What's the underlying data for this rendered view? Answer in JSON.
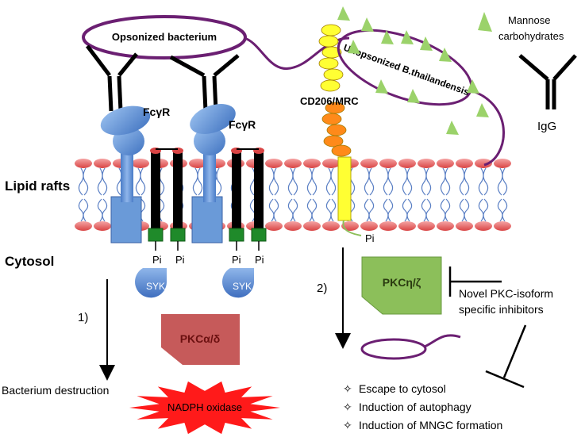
{
  "labels": {
    "opsonized": "Opsonized bacterium",
    "unopsonized": "Unopsonized B.thailandensis",
    "mannose_line1": "Mannose",
    "mannose_line2": "carbohydrates",
    "igg": "IgG",
    "fcgr1": "FcγR",
    "fcgr2": "FcγR",
    "cd206": "CD206/MRC",
    "lipid_rafts": "Lipid rafts",
    "cytosol": "Cytosol",
    "pi_receptor": "Pi",
    "pi1": "Pi",
    "pi2": "Pi",
    "pi3": "Pi",
    "pi4": "Pi",
    "syk1": "SYK",
    "syk2": "SYK",
    "step1": "1)",
    "step2": "2)",
    "pkc_ad": "PKCα/δ",
    "pkc_nz": "PKCη/ζ",
    "inhibitor_line1": "Novel PKC-isoform",
    "inhibitor_line2": "specific inhibitors",
    "destruction": "Bacterium destruction",
    "nadph": "NADPH oxidase",
    "outcomes": [
      "Escape to cytosol",
      "Induction of autophagy",
      "Induction of MNGC formation"
    ],
    "outcome_bullet": "✧"
  },
  "colors": {
    "bacterium_outline": "#6b1f72",
    "receptor_blue": "#5b8fd6",
    "membrane_red": "#e8686a",
    "tail_blue": "#5a7fc4",
    "pi_green": "#1f8a2a",
    "pkc_red": "#c65a5a",
    "pkc_green": "#8cbf5a",
    "nadph_red": "#ff1a1a",
    "mrc_yellow": "#ffff33",
    "mrc_orange": "#ff8a1a",
    "mannose_green": "#9bd26a"
  }
}
